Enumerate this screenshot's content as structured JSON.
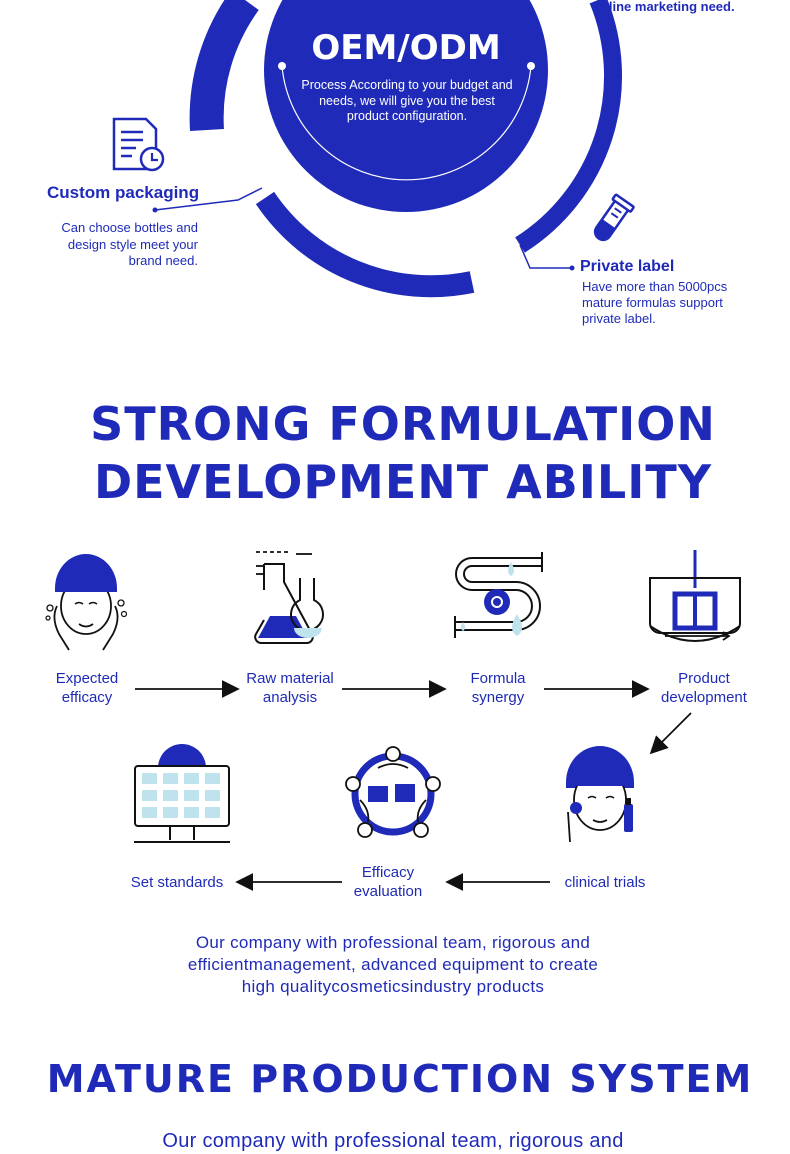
{
  "oem": {
    "title": "OEM/ODM",
    "description": "Process According to your budget and needs, we will give you the best product configuration.",
    "top_right_text": "online marketing need.",
    "custom_packaging": {
      "title": "Custom packaging",
      "description": "Can choose bottles and design style meet your brand need."
    },
    "private_label": {
      "title": "Private label",
      "description": "Have more than 5000pcs mature formulas support private label."
    }
  },
  "formulation": {
    "title_line1": "STRONG FORMULATION",
    "title_line2": "DEVELOPMENT ABILITY",
    "steps_row1": [
      {
        "l1": "Expected",
        "l2": "efficacy"
      },
      {
        "l1": "Raw material",
        "l2": "analysis"
      },
      {
        "l1": "Formula",
        "l2": "synergy"
      },
      {
        "l1": "Product",
        "l2": "development"
      }
    ],
    "steps_row2": [
      {
        "l1": "Set standards",
        "l2": ""
      },
      {
        "l1": "Efficacy",
        "l2": "evaluation"
      },
      {
        "l1": "clinical trials",
        "l2": ""
      }
    ],
    "para_l1": "Our company with professional team, rigorous and",
    "para_l2": "efficientmanagement, advanced equipment to create",
    "para_l3": "high qualitycosmeticsindustry products"
  },
  "production": {
    "title": "MATURE PRODUCTION SYSTEM",
    "para_l1": "Our company with professional team, rigorous and"
  },
  "colors": {
    "primary": "#1f2bb8",
    "light_blue": "#bfe3ec"
  }
}
